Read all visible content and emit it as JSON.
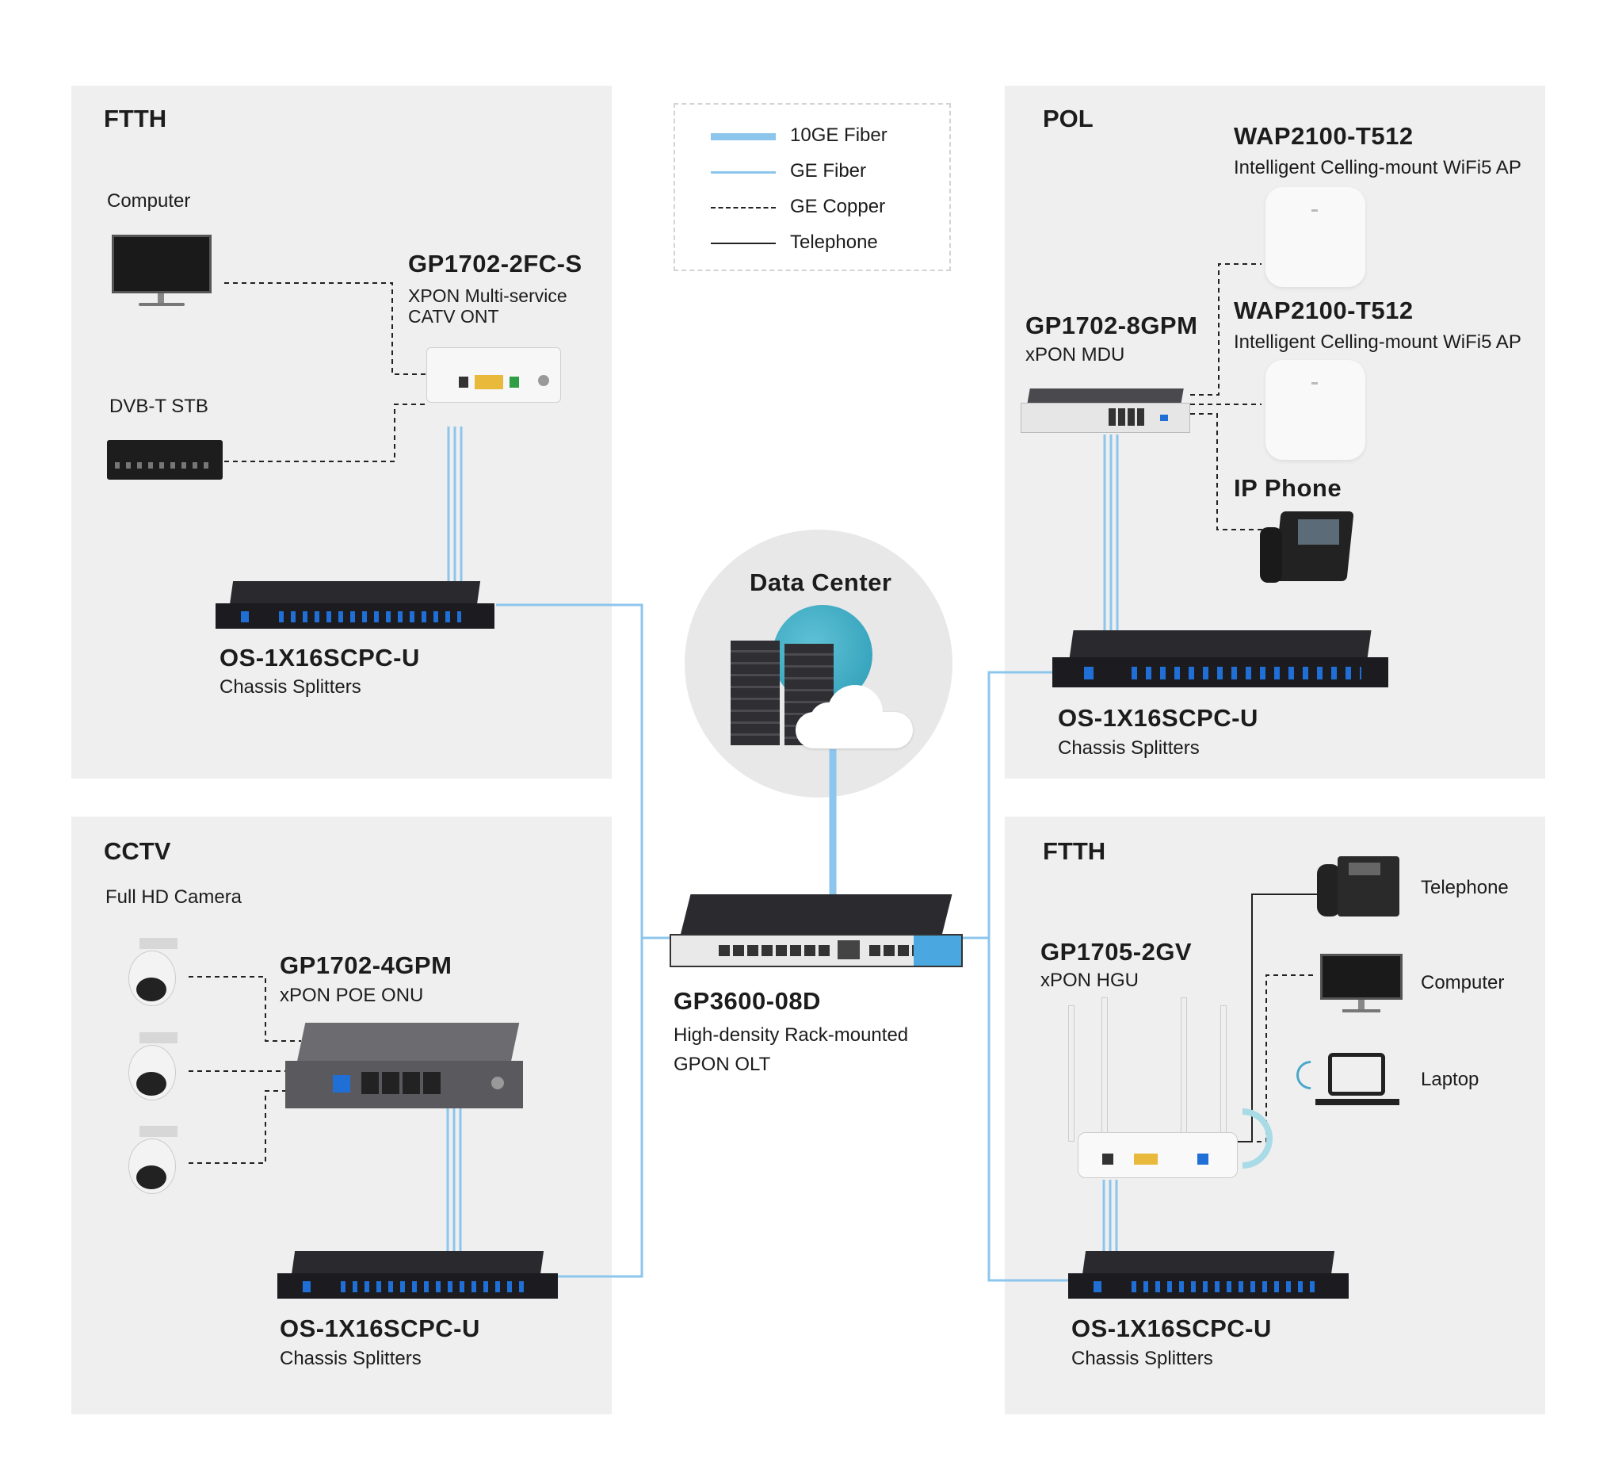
{
  "legend": {
    "items": [
      {
        "label": "10GE Fiber",
        "style": "thick-blue",
        "color": "#8cc6ec"
      },
      {
        "label": "GE Fiber",
        "style": "thin-blue",
        "color": "#8cc6ec"
      },
      {
        "label": "GE Copper",
        "style": "dashed-black",
        "color": "#222222"
      },
      {
        "label": "Telephone",
        "style": "solid-black",
        "color": "#222222"
      }
    ]
  },
  "colors": {
    "panel": "#efefef",
    "fiber": "#8cc6ec",
    "copper": "#222222"
  },
  "ftth_top": {
    "zone": "FTTH",
    "computer_label": "Computer",
    "stb_label": "DVB-T STB",
    "ont_model": "GP1702-2FC-S",
    "ont_desc_1": "XPON Multi-service",
    "ont_desc_2": "CATV ONT",
    "splitter_model": "OS-1X16SCPC-U",
    "splitter_desc": "Chassis  Splitters"
  },
  "pol": {
    "zone": "POL",
    "ap1_model": "WAP2100-T512",
    "ap1_desc": "Intelligent Celling-mount WiFi5 AP",
    "ap2_model": "WAP2100-T512",
    "ap2_desc": "Intelligent Celling-mount WiFi5 AP",
    "mdu_model": "GP1702-8GPM",
    "mdu_desc": "xPON  MDU",
    "phone_label": "IP Phone",
    "splitter_model": "OS-1X16SCPC-U",
    "splitter_desc": "Chassis  Splitters"
  },
  "center": {
    "dc_label": "Data Center",
    "olt_model": "GP3600-08D",
    "olt_desc_1": "High-density Rack-mounted",
    "olt_desc_2": "GPON OLT"
  },
  "cctv": {
    "zone": "CCTV",
    "camera_label": "Full HD Camera",
    "onu_model": "GP1702-4GPM",
    "onu_desc": "xPON POE ONU",
    "splitter_model": "OS-1X16SCPC-U",
    "splitter_desc": "Chassis  Splitters"
  },
  "ftth_bottom": {
    "zone": "FTTH",
    "hgu_model": "GP1705-2GV",
    "hgu_desc": "xPON HGU",
    "telephone_label": "Telephone",
    "computer_label": "Computer",
    "laptop_label": "Laptop",
    "splitter_model": "OS-1X16SCPC-U",
    "splitter_desc": "Chassis  Splitters"
  }
}
